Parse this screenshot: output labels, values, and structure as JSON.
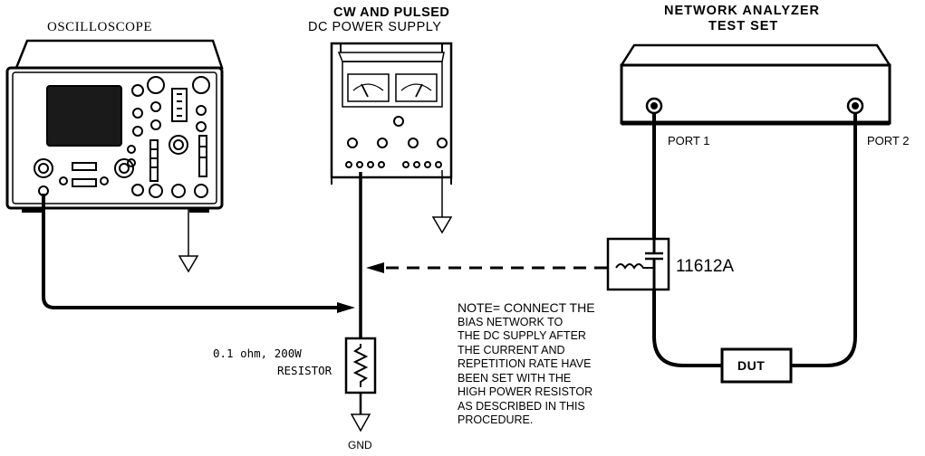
{
  "labels": {
    "oscilloscope": "OSCILLOSCOPE",
    "ps_line1": "CW AND PULSED",
    "ps_line2": "DC POWER SUPPLY",
    "na_line1": "NETWORK ANALYZER",
    "na_line2": "TEST SET",
    "port1": "PORT 1",
    "port2": "PORT 2",
    "bias_network": "11612A",
    "dut": "DUT",
    "resistor_line1": "0.1 ohm, 200W",
    "resistor_line2": "RESISTOR",
    "gnd": "GND"
  },
  "note": [
    "NOTE= CONNECT THE",
    "BIAS NETWORK TO",
    "THE DC SUPPLY AFTER",
    "THE CURRENT AND",
    "REPETITION RATE HAVE",
    "BEEN SET WITH THE",
    "HIGH POWER RESISTOR",
    "AS DESCRIBED IN THIS",
    "PROCEDURE."
  ],
  "colors": {
    "ink": "#000000",
    "screen": "#1a1a1a",
    "background": "#ffffff"
  }
}
